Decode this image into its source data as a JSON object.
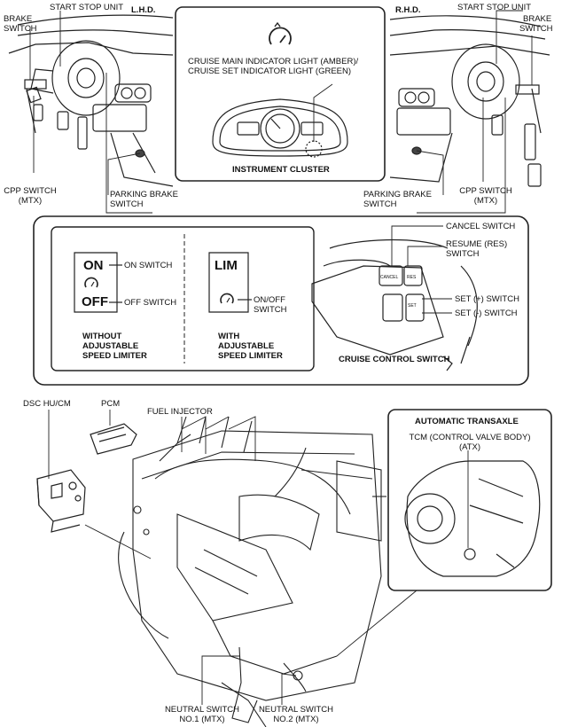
{
  "top": {
    "lhd": "L.H.D.",
    "rhd": "R.H.D.",
    "start_stop_left": "START STOP UNIT",
    "brake_left": [
      "BRAKE",
      "SWITCH"
    ],
    "start_stop_right": "START STOP UNIT",
    "brake_right": [
      "BRAKE",
      "SWITCH"
    ],
    "cruise_light": [
      "CRUISE MAIN INDICATOR LIGHT (AMBER)/",
      "CRUISE SET INDICATOR LIGHT (GREEN)"
    ],
    "instrument_cluster": "INSTRUMENT CLUSTER",
    "cpp_left": [
      "CPP SWITCH",
      "(MTX)"
    ],
    "parking_left": [
      "PARKING BRAKE",
      "SWITCH"
    ],
    "parking_right": [
      "PARKING BRAKE",
      "SWITCH"
    ],
    "cpp_right": [
      "CPP SWITCH",
      "(MTX)"
    ]
  },
  "cruise": {
    "on_key": "ON",
    "off_key": "OFF",
    "on_switch": "ON SWITCH",
    "off_switch": "OFF SWITCH",
    "without": [
      "WITHOUT",
      "ADJUSTABLE",
      "SPEED LIMITER"
    ],
    "lim_key": "LIM",
    "onoff_switch": [
      "ON/OFF",
      "SWITCH"
    ],
    "with": [
      "WITH",
      "ADJUSTABLE",
      "SPEED LIMITER"
    ],
    "cancel_switch": "CANCEL SWITCH",
    "resume_switch": [
      "RESUME (RES)",
      "SWITCH"
    ],
    "set_plus": "SET (+) SWITCH",
    "set_minus": "SET (-) SWITCH",
    "cruise_control_switch": "CRUISE CONTROL SWITCH",
    "btn_cancel": "CANCEL",
    "btn_res": "RES",
    "btn_set": "SET"
  },
  "engine": {
    "dsc": "DSC HU/CM",
    "pcm": "PCM",
    "fuel_injector": "FUEL INJECTOR",
    "auto_transaxle": "AUTOMATIC TRANSAXLE",
    "tcm": [
      "TCM (CONTROL VALVE BODY)",
      "(ATX)"
    ],
    "neutral1": [
      "NEUTRAL SWITCH",
      "NO.1 (MTX)"
    ],
    "neutral2": [
      "NEUTRAL SWITCH",
      "NO.2 (MTX)"
    ]
  }
}
